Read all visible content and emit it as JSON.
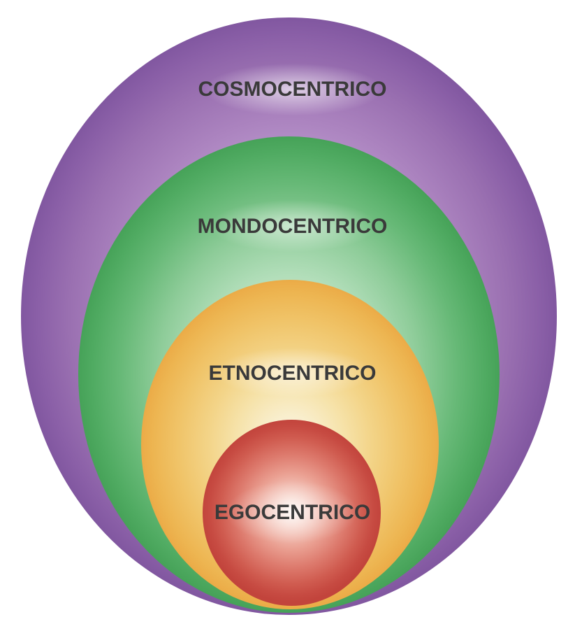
{
  "diagram": {
    "type": "nested-ellipses",
    "background_color": "#ffffff",
    "label_text_color": "#3a3a3a",
    "levels": [
      {
        "label": "COSMOCENTRICO",
        "position": "outermost",
        "edge_color": "#8157a0",
        "inner_color": "#bd9bd0"
      },
      {
        "label": "MONDOCENTRICO",
        "position": "second",
        "edge_color": "#46a258",
        "inner_color": "#aedcb6"
      },
      {
        "label": "ETNOCENTRICO",
        "position": "third",
        "edge_color": "#ebab47",
        "inner_color": "#f9efd0"
      },
      {
        "label": "EGOCENTRICO",
        "position": "innermost",
        "edge_color": "#c2443c",
        "inner_color": "#fdf4ef"
      }
    ]
  }
}
